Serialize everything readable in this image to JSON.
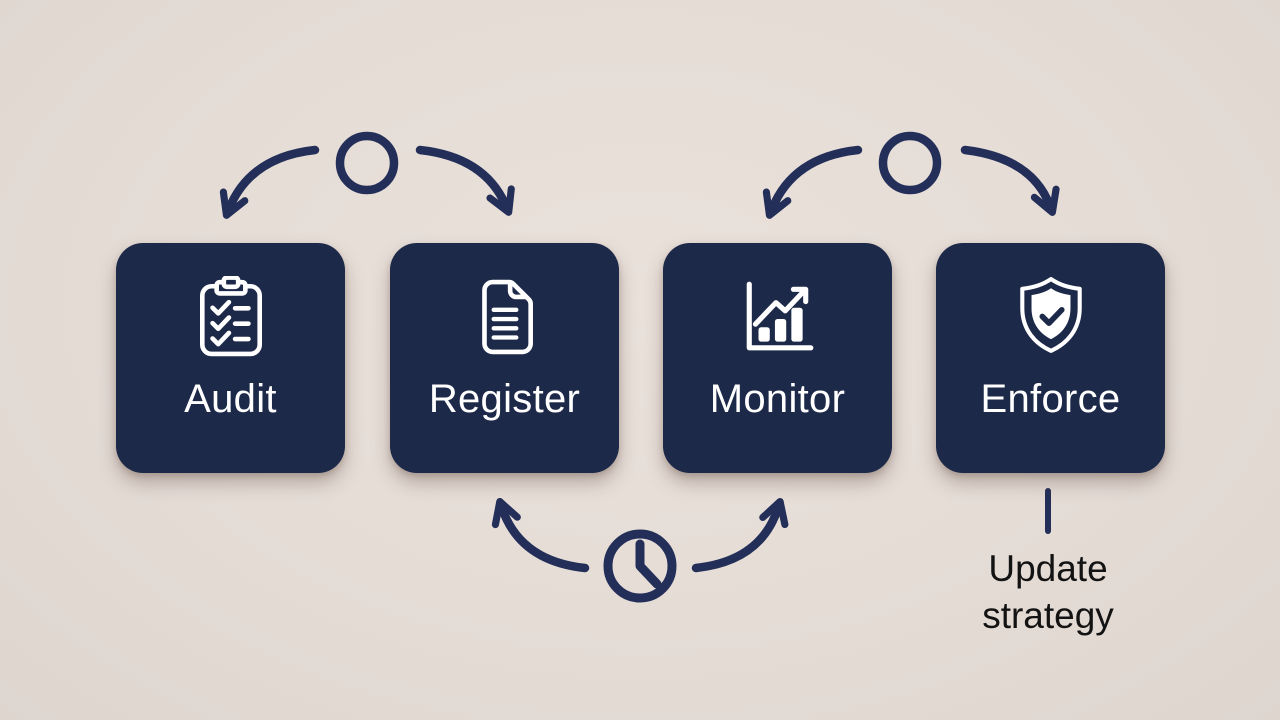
{
  "diagram": {
    "type": "process-cycle-infographic",
    "colors": {
      "background": "#e5dcd6",
      "card": "#1d2949",
      "connector": "#232f58",
      "icon": "#ffffff",
      "annotation_text": "#131313"
    }
  },
  "steps": [
    {
      "label": "Audit",
      "icon": "clipboard-checklist-icon"
    },
    {
      "label": "Register",
      "icon": "document-icon"
    },
    {
      "label": "Monitor",
      "icon": "bar-chart-trend-icon"
    },
    {
      "label": "Enforce",
      "icon": "shield-check-icon"
    }
  ],
  "connectors": {
    "top_cycle_nodes": [
      {
        "icon": "circle-icon",
        "between": [
          "Audit",
          "Register"
        ]
      },
      {
        "icon": "circle-icon",
        "between": [
          "Monitor",
          "Enforce"
        ]
      }
    ],
    "bottom_node": {
      "icon": "clock-icon",
      "between": [
        "Register",
        "Monitor"
      ]
    },
    "edges": [
      {
        "from": "circle-node-1",
        "to": "Audit",
        "style": "curved-arrow-down-left"
      },
      {
        "from": "circle-node-1",
        "to": "Register",
        "style": "curved-arrow-down-right"
      },
      {
        "from": "circle-node-2",
        "to": "Monitor",
        "style": "curved-arrow-down-left"
      },
      {
        "from": "circle-node-2",
        "to": "Enforce",
        "style": "curved-arrow-down-right"
      },
      {
        "from": "clock-node",
        "to": "Register",
        "style": "curved-arrow-up-left"
      },
      {
        "from": "clock-node",
        "to": "Monitor",
        "style": "curved-arrow-up-right"
      },
      {
        "from": "Enforce",
        "to": "annotation",
        "style": "straight-line-down"
      }
    ]
  },
  "annotation": {
    "label": "Update strategy",
    "attached_to": "Enforce"
  }
}
